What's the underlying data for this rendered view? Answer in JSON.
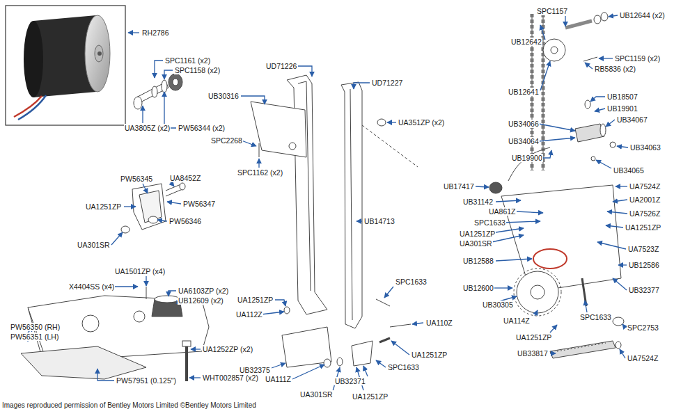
{
  "diagram": {
    "caption": "Images reproduced permission of Bentley Motors Limited ©Bentley Motors Limited",
    "labels": [
      "RH2786",
      "SPC1161 (x2)",
      "SPC1158 (x2)",
      "UA3805Z (x2)",
      "PW56344 (x2)",
      "PW56345",
      "UA8452Z",
      "UA1251ZP",
      "PW56347",
      "PW56346",
      "UA301SR",
      "UA1501ZP (x4)",
      "X4404SS (x4)",
      "UA6103ZP (x2)",
      "UB12609 (x2)",
      "PW56350 (RH)",
      "PW56351 (LH)",
      "UA1252ZP (x2)",
      "PW57951 (0.125\")",
      "WHT002857 (x2)",
      "UD71226",
      "UD71227",
      "UB30316",
      "UA351ZP (x2)",
      "SPC2268",
      "SPC1162 (x2)",
      "UB14713",
      "SPC1633",
      "UA1251ZP",
      "UA112Z",
      "UA110Z",
      "UB32375",
      "UA111Z",
      "UA1251ZP",
      "SPC1633",
      "UB32371",
      "UA301SR",
      "UA1251ZP",
      "SPC1157",
      "UB12644 (x2)",
      "UB12642",
      "SPC1159 (x2)",
      "RB5836 (x2)",
      "UB12641",
      "UB18507",
      "UB19901",
      "UB34067",
      "UB34066",
      "UB34064",
      "UB34063",
      "UB19900",
      "UB34065",
      "UB17417",
      "UA7524Z",
      "UB31142",
      "UA2001Z",
      "UA861Z",
      "UA7526Z",
      "SPC1633",
      "UA1251ZP",
      "UA1251ZP",
      "UA301SR",
      "UA7523Z",
      "UB12588",
      "UB12586",
      "UB12600",
      "UB32377",
      "UB30305",
      "UA114Z",
      "SPC1633",
      "SPC2753",
      "UA1251ZP",
      "UB33817",
      "UA7524Z"
    ]
  }
}
